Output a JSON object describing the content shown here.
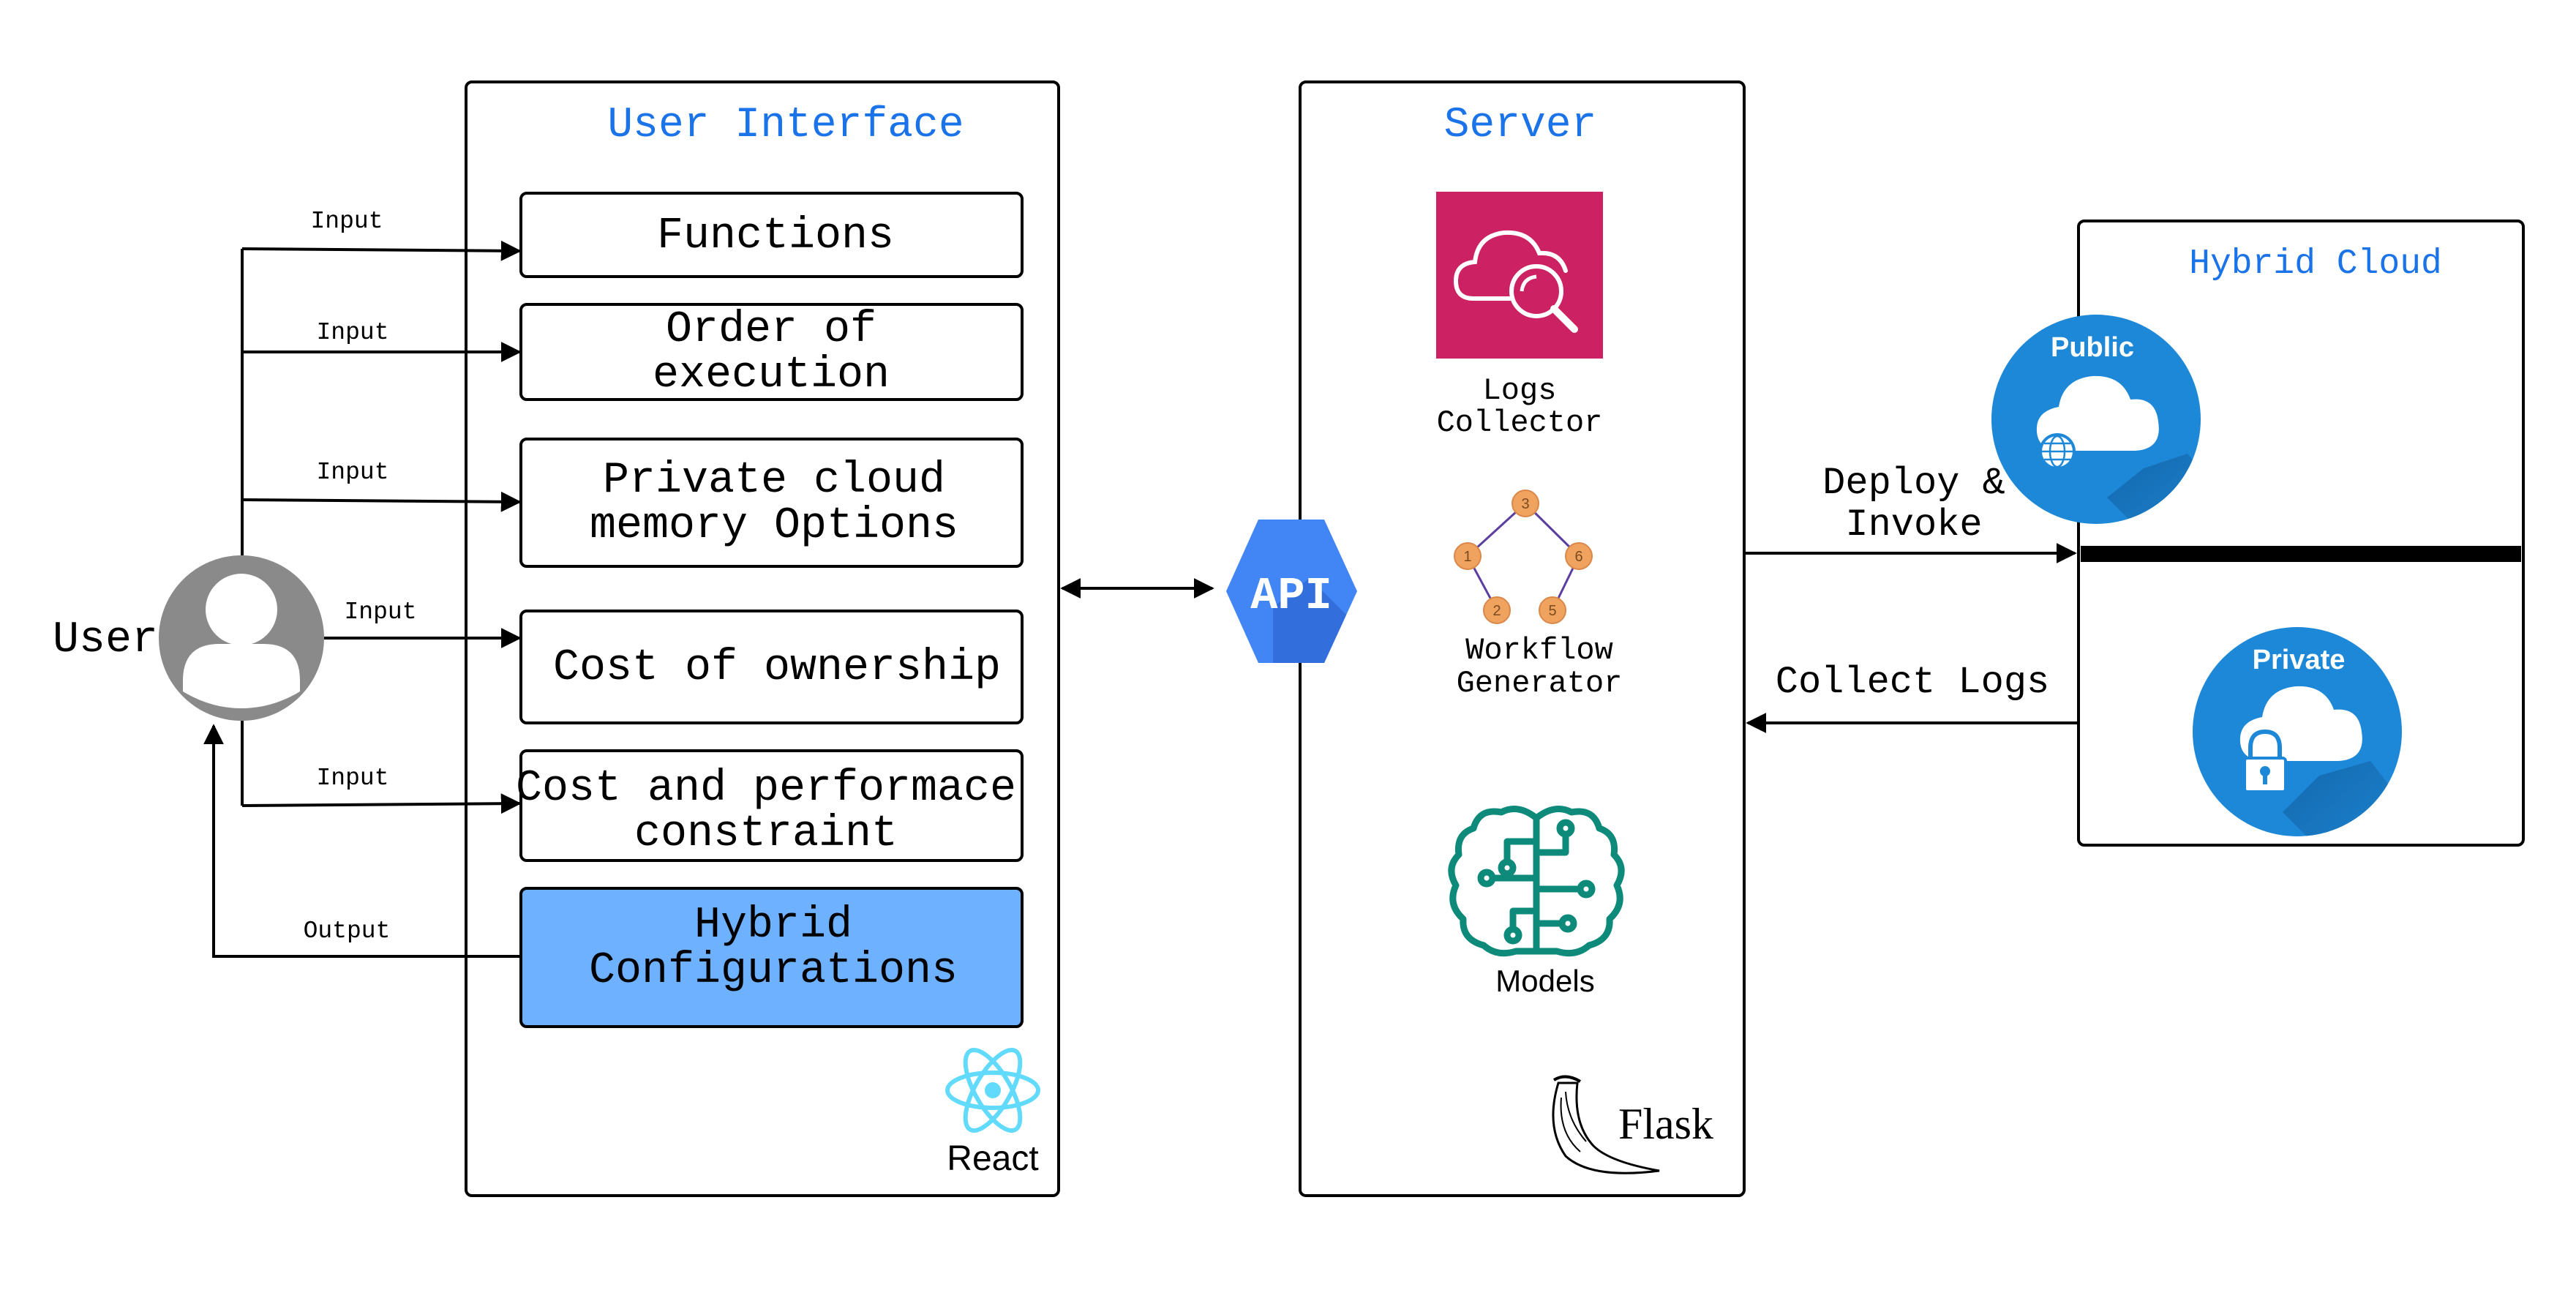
{
  "colors": {
    "title_blue": "#1a73e8",
    "highlight_box": "#6eb1ff",
    "logs_tile": "#cc2264",
    "api_hex": "#4285f4",
    "cloud_circle": "#1e88d8",
    "workflow_node": "#f0a35e",
    "workflow_edge": "#5b3fa0",
    "models_green": "#0e8a7a",
    "react_cyan": "#61dafb",
    "user_gray": "#8a8a8a"
  },
  "user": {
    "label": "User",
    "icon": "user-avatar-icon"
  },
  "ui_panel": {
    "title": "User Interface",
    "boxes": [
      {
        "line1": "Functions",
        "line2": ""
      },
      {
        "line1": "Order of",
        "line2": "execution"
      },
      {
        "line1": "Private cloud",
        "line2": "memory Options"
      },
      {
        "line1": "Cost of ownership",
        "line2": ""
      },
      {
        "line1": "Cost and performace",
        "line2": "constraint"
      },
      {
        "line1": "Hybrid",
        "line2": "Configurations"
      }
    ],
    "input_labels": [
      "Input",
      "Input",
      "Input",
      "Input",
      "Input"
    ],
    "output_label": "Output",
    "framework": {
      "label": "React",
      "icon": "react-atom-icon"
    }
  },
  "api": {
    "label": "API",
    "icon": "api-hexagon-icon"
  },
  "server_panel": {
    "title": "Server",
    "logs": {
      "line1": "Logs",
      "line2": "Collector",
      "icon": "logs-search-cloud-icon"
    },
    "workflow": {
      "line1": "Workflow",
      "line2": "Generator",
      "icon": "workflow-tree-icon",
      "nodes": [
        "3",
        "1",
        "6",
        "2",
        "5"
      ]
    },
    "models": {
      "label": "Models",
      "icon": "brain-circuit-icon"
    },
    "framework": {
      "label": "Flask",
      "icon": "flask-horn-icon"
    }
  },
  "flows": {
    "deploy_line1": "Deploy &",
    "deploy_line2": "Invoke",
    "collect": "Collect Logs"
  },
  "cloud_panel": {
    "title": "Hybrid Cloud",
    "public": {
      "label": "Public",
      "icon": "public-cloud-globe-icon"
    },
    "private": {
      "label": "Private",
      "icon": "private-cloud-lock-icon"
    }
  }
}
